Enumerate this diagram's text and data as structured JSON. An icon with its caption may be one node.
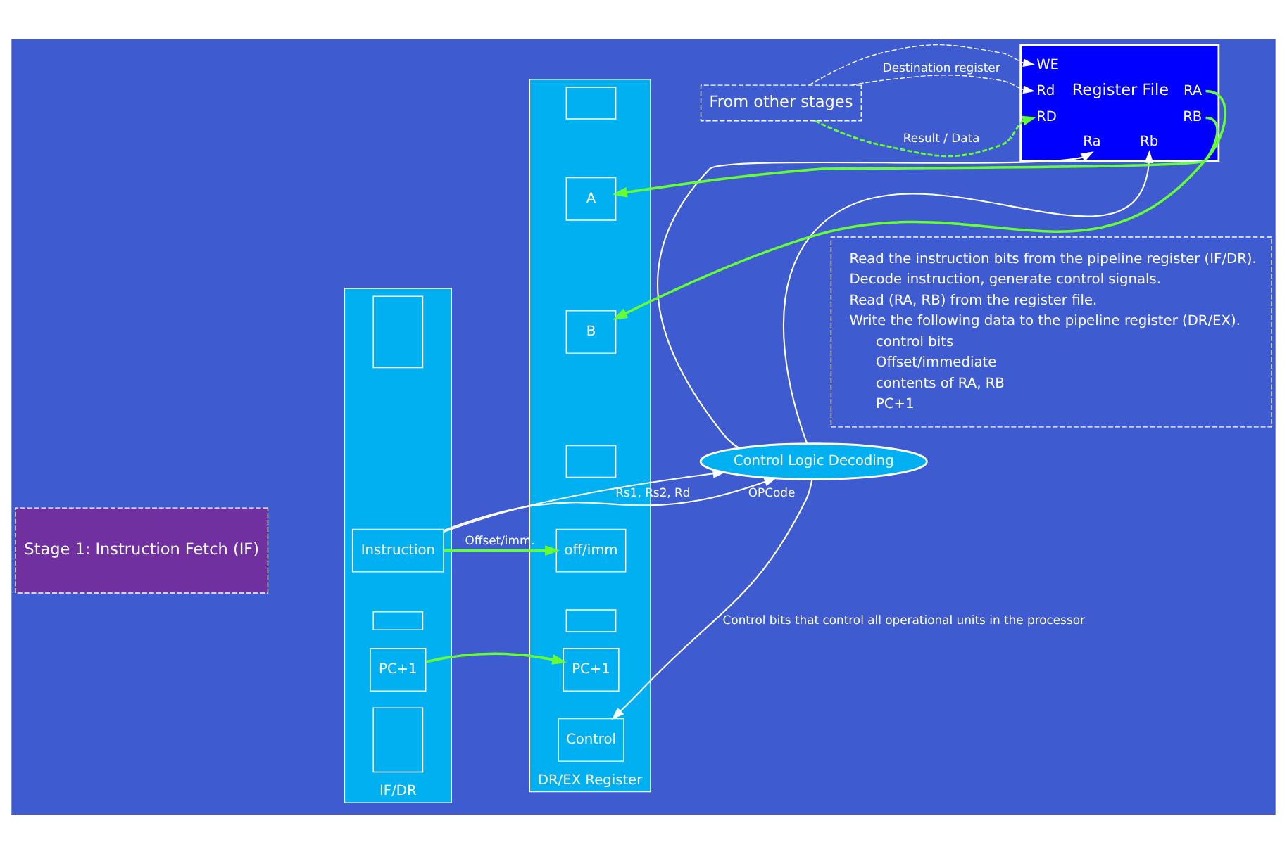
{
  "diagram": {
    "nodes": [
      {
        "text": [
          "Stage 1: Instruction Fetch (IF)"
        ]
      },
      {
        "text": [
          "IF/DR"
        ]
      },
      {
        "text": [],
        "shape": "box",
        "in": 1
      },
      {
        "text": [
          "Instruction"
        ],
        "in": 1
      },
      {
        "text": [],
        "shape": "box",
        "in": 1
      },
      {
        "text": [
          "PC+1"
        ],
        "in": 1
      },
      {
        "text": [],
        "shape": "box",
        "in": 1
      },
      {
        "text": [
          "WE",
          "Rd",
          "Register File",
          "RA",
          "RD",
          "RB",
          "Ra",
          "Rb"
        ]
      },
      {
        "text": [
          "Control Logic Decoding"
        ]
      },
      {
        "text": [
          "DR/EX Register"
        ]
      },
      {
        "text": [],
        "shape": "box",
        "in": 9
      },
      {
        "text": [
          "A"
        ],
        "in": 9
      },
      {
        "text": [
          "B"
        ],
        "in": 9
      },
      {
        "text": [],
        "shape": "box",
        "in": 9
      },
      {
        "text": [
          "off/imm"
        ],
        "in": 9
      },
      {
        "text": [],
        "shape": "box",
        "in": 9
      },
      {
        "text": [
          "PC+1"
        ],
        "in": 9
      },
      {
        "text": [
          "Control"
        ],
        "in": 9
      },
      {
        "text": [
          "From other stages"
        ]
      },
      {
        "text": [
          "Read the instruction bits from the pipeline register (IF/DR).",
          "Decode instruction, generate control signals.",
          "Read (RA, RB) from the register file.",
          "Write the following data to the pipeline register (DR/EX).",
          "control bits",
          "Offset/immediate",
          "contents of RA, RB",
          "PC+1"
        ]
      }
    ],
    "edges": [
      {
        "from": 18,
        "to": 7,
        "arrow": "to",
        "label": "Result / Data",
        "style": "dashed",
        "color": "#66ff33"
      },
      {
        "from": 18,
        "to": 7,
        "arrow": "to",
        "label": "Destination register",
        "style": "dashed"
      },
      {
        "from": 18,
        "to": 7,
        "arrow": "to",
        "style": "dashed"
      },
      {
        "from": 7,
        "to": 11,
        "arrow": "to",
        "color": "#66ff33"
      },
      {
        "from": 7,
        "to": 12,
        "arrow": "to",
        "color": "#66ff33"
      },
      {
        "from": 3,
        "to": 8,
        "arrow": "to",
        "label": "Rs1, Rs2, Rd"
      },
      {
        "from": 3,
        "to": 8,
        "arrow": "to",
        "label": "OPCode"
      },
      {
        "from": 8,
        "to": 7,
        "arrow": "to"
      },
      {
        "from": 8,
        "to": 7,
        "arrow": "to"
      },
      {
        "from": 3,
        "to": 14,
        "arrow": "to",
        "label": "Offset/imm.",
        "color": "#66ff33"
      },
      {
        "from": 5,
        "to": 16,
        "arrow": "to",
        "color": "#66ff33"
      },
      {
        "from": 8,
        "to": 17,
        "arrow": "to",
        "label": "Control bits that control all operational units in the processor"
      }
    ]
  }
}
